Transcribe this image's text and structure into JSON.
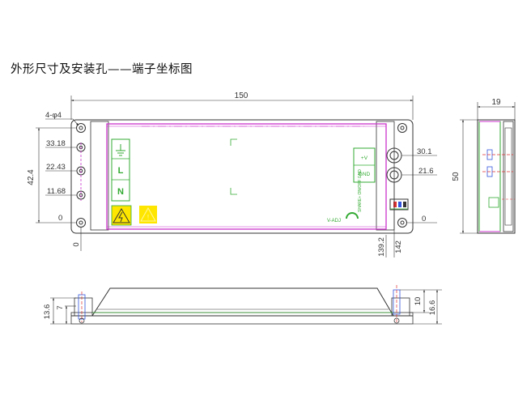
{
  "title": "外形尺寸及安装孔——端子坐标图",
  "top_view": {
    "overall_width": "150",
    "height": "42.4",
    "hole_callout": "4-φ4",
    "left_y_coords": [
      "33.18",
      "22.43",
      "11.68",
      "0"
    ],
    "left_x_origin": "0",
    "right_y_coords": [
      "30.1",
      "21.6",
      "0"
    ],
    "right_x_coords": [
      "139.2",
      "142"
    ],
    "input_labels": [
      "L",
      "N"
    ],
    "output_labels": [
      "+V",
      "GND"
    ],
    "adj_label": "V-ADJ",
    "small_text_rotated": "SHARE+ ON/OFF GND"
  },
  "side_view": {
    "width": "19",
    "height": "50"
  },
  "bottom_view": {
    "dims_left": [
      "13.6",
      "7"
    ],
    "dims_right": [
      "10",
      "16.6"
    ]
  },
  "colors": {
    "line": "#333333",
    "magenta": "#cc33cc",
    "green": "#33aa33",
    "red": "#e03030",
    "blue": "#3355dd",
    "yellow": "#ffe600"
  }
}
